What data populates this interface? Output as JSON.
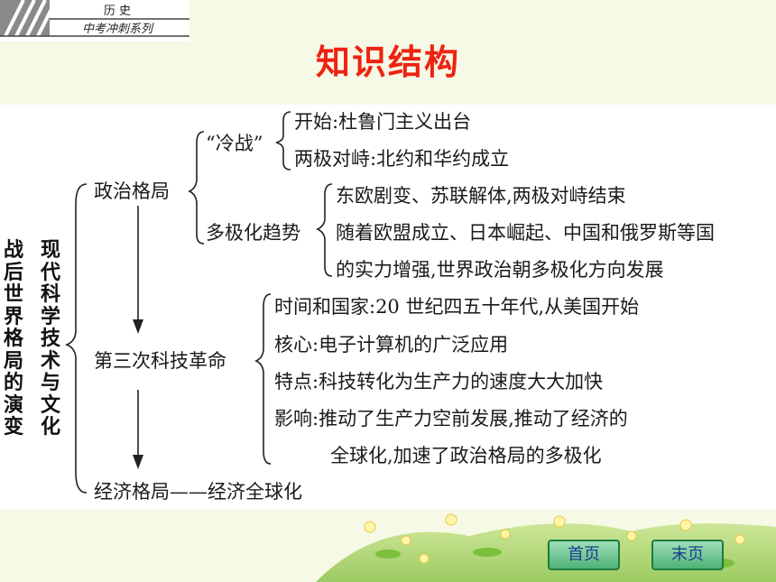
{
  "header": {
    "subject": "历 史",
    "series": "中考冲刺系列"
  },
  "title": "知识结构",
  "root": {
    "col1": "战后世界格局的演变",
    "col2": "现代科学技术与文化"
  },
  "branches": {
    "politics": {
      "label": "政治格局",
      "cold_war": {
        "label": "“冷战”",
        "start": "开始:杜鲁门主义出台",
        "bipolar": "两极对峙:北约和华约成立"
      },
      "multipolar": {
        "label": "多极化趋势",
        "line1": "东欧剧变、苏联解体,两极对峙结束",
        "line2": "随着欧盟成立、日本崛起、中国和俄罗斯等国",
        "line3": "的实力增强,世界政治朝多极化方向发展"
      }
    },
    "tech": {
      "label": "第三次科技革命",
      "time": "时间和国家:20 世纪四五十年代,从美国开始",
      "core": "核心:电子计算机的广泛应用",
      "feature": "特点:科技转化为生产力的速度大大加快",
      "impact1": "影响:推动了生产力空前发展,推动了经济的",
      "impact2": "全球化,加速了政治格局的多极化"
    },
    "economy": {
      "label": "经济格局——经济全球化"
    }
  },
  "nav": {
    "home": "首页",
    "end": "末页"
  }
}
